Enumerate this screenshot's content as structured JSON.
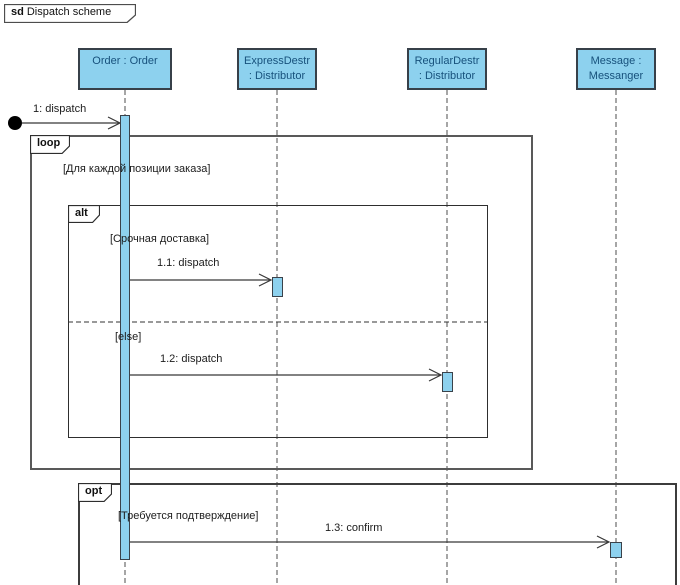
{
  "frame_title": {
    "keyword": "sd",
    "name": "Dispatch scheme"
  },
  "lifelines": [
    {
      "id": "order",
      "line1": "Order : Order",
      "line2": ""
    },
    {
      "id": "express",
      "line1": "ExpressDestr",
      "line2": ": Distributor"
    },
    {
      "id": "regular",
      "line1": "RegularDestr",
      "line2": ": Distributor"
    },
    {
      "id": "message",
      "line1": "Message :",
      "line2": "Messanger"
    }
  ],
  "fragments": {
    "loop": {
      "operator": "loop",
      "guard": "[Для каждой позиции заказа]"
    },
    "alt": {
      "operator": "alt",
      "guard1": "[Срочная доставка]",
      "guard2": "[else]"
    },
    "opt": {
      "operator": "opt",
      "guard": "[Требуется подтверждение]"
    }
  },
  "messages": [
    {
      "label": "1: dispatch"
    },
    {
      "label": "1.1: dispatch"
    },
    {
      "label": "1.2: dispatch"
    },
    {
      "label": "1.3: confirm"
    }
  ],
  "colors": {
    "shape_fill": "#8dd1ee",
    "shape_border": "#374049",
    "shape_text": "#17517c",
    "frame_border": "#595959",
    "label_text": "#1c1c1c"
  }
}
